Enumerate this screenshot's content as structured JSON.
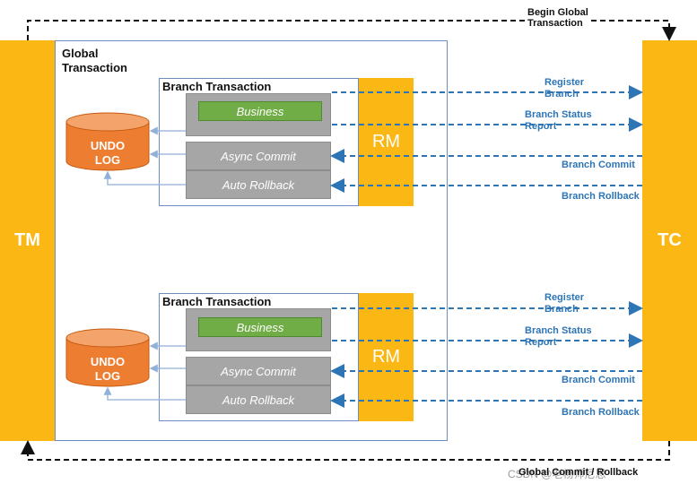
{
  "tm": {
    "label": "TM"
  },
  "tc": {
    "label": "TC"
  },
  "global_transaction": {
    "title": "Global\nTransaction"
  },
  "begin_global": "Begin Global\nTransaction",
  "global_commit_rollback": "Global Commit / Rollback",
  "branches": [
    {
      "title": "Branch Transaction",
      "business": "Business",
      "async_commit": "Async Commit",
      "auto_rollback": "Auto Rollback",
      "rm": "RM",
      "undo_log": "UNDO\nLOG",
      "register_branch": "Register\nBranch",
      "branch_status_report": "Branch Status\nReport",
      "branch_commit": "Branch Commit",
      "branch_rollback": "Branch Rollback"
    },
    {
      "title": "Branch Transaction",
      "business": "Business",
      "async_commit": "Async Commit",
      "auto_rollback": "Auto Rollback",
      "rm": "RM",
      "undo_log": "UNDO\nLOG",
      "register_branch": "Register\nBranch",
      "branch_status_report": "Branch Status\nReport",
      "branch_commit": "Branch Commit",
      "branch_rollback": "Branch Rollback"
    }
  ],
  "watermark": "CSDN @老杨师尼思",
  "colors": {
    "orange": "#fbb713",
    "blue": "#2e75b6",
    "grey": "#a6a6a6",
    "green": "#70ad47",
    "undo": "#ed7d31"
  }
}
